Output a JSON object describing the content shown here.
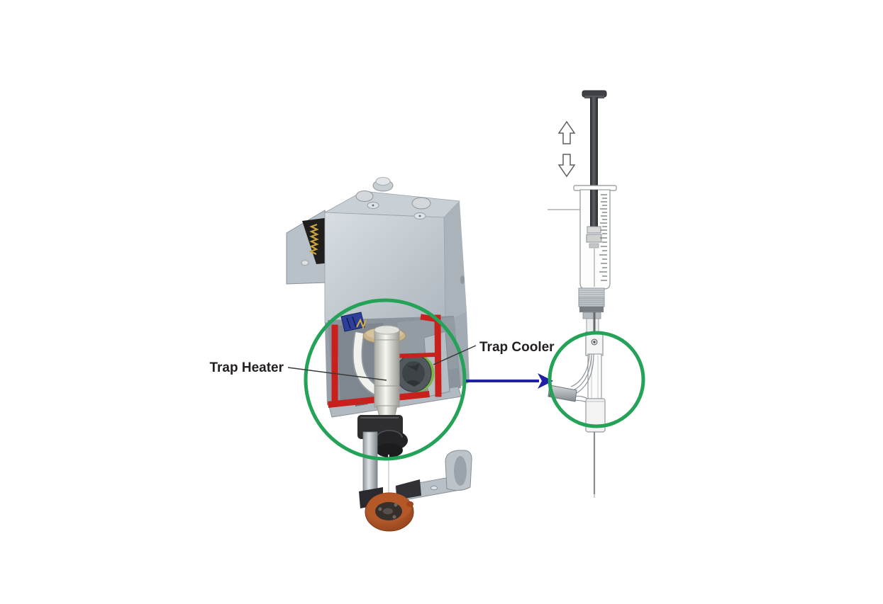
{
  "diagram": {
    "labels": {
      "trap_heater": "Trap Heater",
      "trap_cooler": "Trap Cooler"
    },
    "colors": {
      "annotation_green": "#23a258",
      "highlight_red": "#c7201d",
      "arrow_blue": "#2121a8",
      "knob_orange": "#b45827"
    },
    "icons": {
      "plunger_up": "up-arrow",
      "plunger_down": "down-arrow"
    }
  }
}
